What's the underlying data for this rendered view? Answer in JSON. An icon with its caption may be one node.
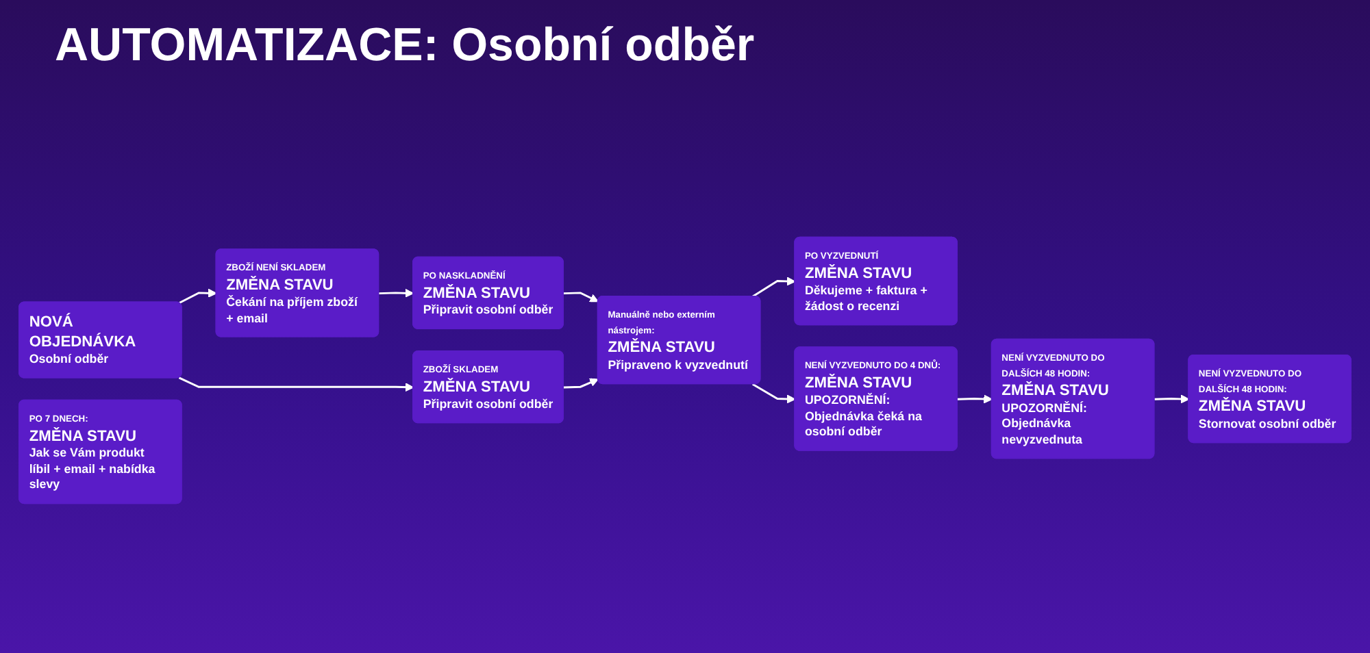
{
  "diagram": {
    "title": "AUTOMATIZACE: Osobní odběr",
    "nodes": [
      {
        "text": [
          "NOVÁ OBJEDNÁVKA",
          "Osobní odběr"
        ]
      },
      {
        "text": [
          "ZBOŽÍ NENÍ SKLADEM",
          "ZMĚNA STAVU",
          "Čekání na příjem zboží + email"
        ]
      },
      {
        "text": [
          "PO NASKLADNĚNÍ",
          "ZMĚNA STAVU",
          "Připravit osobní odběr"
        ]
      },
      {
        "text": [
          "ZBOŽÍ SKLADEM",
          "ZMĚNA STAVU",
          "Připravit osobní odběr"
        ]
      },
      {
        "text": [
          "Manuálně nebo externím nástrojem:",
          "ZMĚNA STAVU",
          "Připraveno k vyzvednutí"
        ]
      },
      {
        "text": [
          "PO VYZVEDNUTÍ",
          "ZMĚNA STAVU",
          "Děkujeme + faktura + žádost o recenzi"
        ]
      },
      {
        "text": [
          "PO 7 DNECH:",
          "ZMĚNA STAVU",
          "Jak se Vám produkt líbil + email + nabídka slevy"
        ]
      },
      {
        "text": [
          "NENÍ VYZVEDNUTO DO 4 DNŮ:",
          "ZMĚNA STAVU",
          "UPOZORNĚNÍ: Objednávka čeká na osobní odběr"
        ]
      },
      {
        "text": [
          "NENÍ VYZVEDNUTO DO DALŠÍCH 48 HODIN:",
          "ZMĚNA STAVU",
          "UPOZORNĚNÍ: Objednávka nevyzvednuta"
        ]
      },
      {
        "text": [
          "NENÍ VYZVEDNUTO DO DALŠÍCH 48 HODIN:",
          "ZMĚNA STAVU",
          "Stornovat osobní odběr"
        ]
      }
    ],
    "edges": [
      {
        "from": 0,
        "to": 1,
        "arrow": "to"
      },
      {
        "from": 0,
        "to": 3,
        "arrow": "to"
      },
      {
        "from": 1,
        "to": 2,
        "arrow": "to"
      },
      {
        "from": 2,
        "to": 4,
        "arrow": "to"
      },
      {
        "from": 3,
        "to": 4,
        "arrow": "to"
      },
      {
        "from": 4,
        "to": 5,
        "arrow": "to"
      },
      {
        "from": 4,
        "to": 7,
        "arrow": "to"
      },
      {
        "from": 7,
        "to": 8,
        "arrow": "to"
      },
      {
        "from": 8,
        "to": 9,
        "arrow": "to"
      }
    ]
  }
}
